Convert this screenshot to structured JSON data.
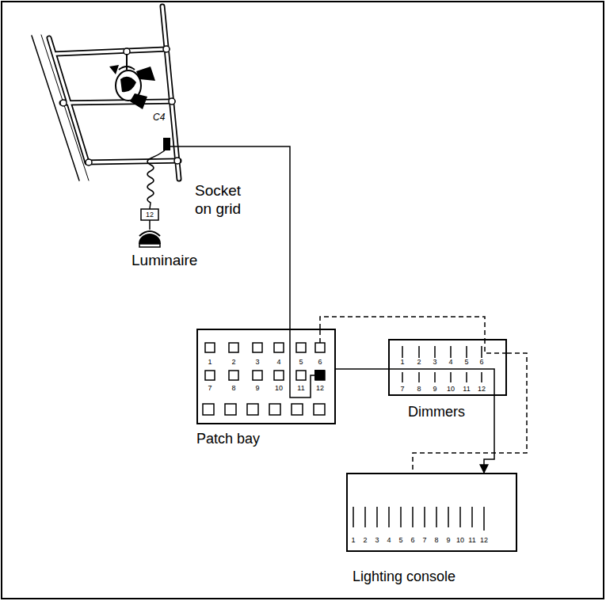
{
  "diagram": {
    "nodes": [
      {
        "text": [
          "Patch bay",
          "1",
          "2",
          "3",
          "4",
          "5",
          "6",
          "7",
          "8",
          "9",
          "10",
          "11",
          "12"
        ]
      },
      {
        "text": [
          "Dimmers",
          "1",
          "2",
          "3",
          "4",
          "5",
          "6",
          "7",
          "8",
          "9",
          "10",
          "11",
          "12"
        ]
      },
      {
        "text": [
          "Lighting console",
          "1",
          "2",
          "3",
          "4",
          "5",
          "6",
          "7",
          "8",
          "9",
          "10",
          "11",
          "12"
        ]
      }
    ],
    "edges": [
      {
        "from": 0,
        "to": 1,
        "arrow": "none"
      },
      {
        "from": 0,
        "to": 1,
        "arrow": "none"
      },
      {
        "from": 1,
        "to": 2,
        "arrow": "to"
      },
      {
        "from": 1,
        "to": 2,
        "arrow": "none"
      }
    ],
    "labels": [
      "C4",
      "Socket on grid",
      "12",
      "Luminaire"
    ]
  }
}
